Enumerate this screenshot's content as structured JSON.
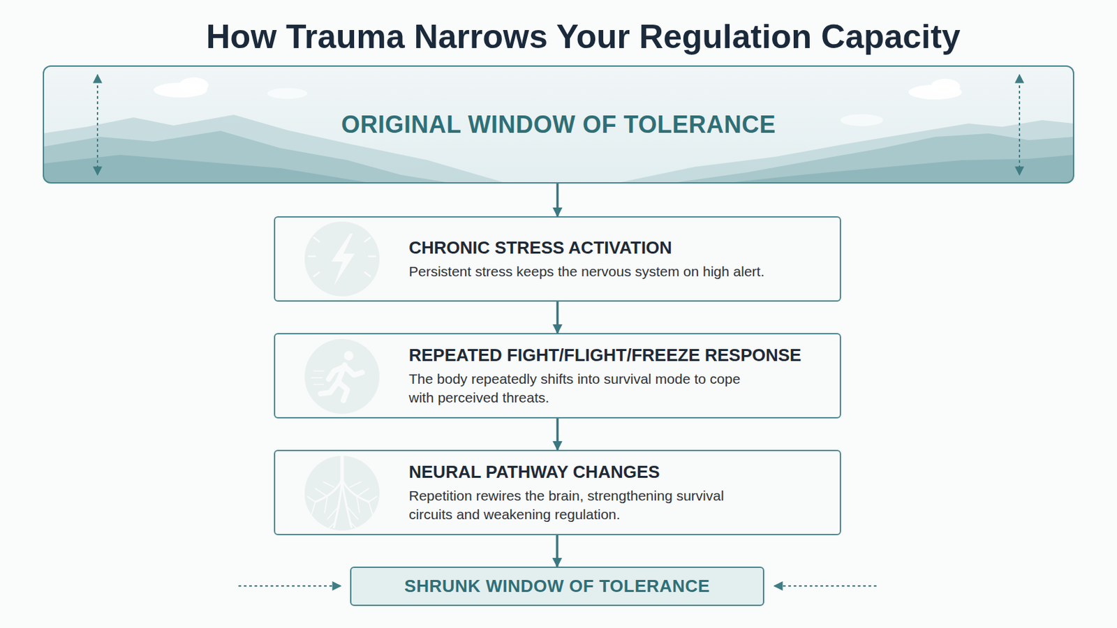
{
  "diagram": {
    "title": "How Trauma Narrows Your Regulation Capacity",
    "nodes": [
      {
        "text": [
          "ORIGINAL WINDOW OF TOLERANCE"
        ]
      },
      {
        "text": [
          "CHRONIC STRESS ACTIVATION",
          "Persistent stress keeps the nervous system on high alert."
        ]
      },
      {
        "text": [
          "REPEATED FIGHT/FLIGHT/FREEZE RESPONSE",
          "The body repeatedly shifts into survival mode to cope with perceived threats."
        ]
      },
      {
        "text": [
          "NEURAL PATHWAY CHANGES",
          "Repetition rewires the brain, strengthening survival circuits and weakening regulation."
        ]
      },
      {
        "text": [
          "SHRUNK WINDOW OF TOLERANCE"
        ]
      }
    ],
    "edges": [
      {
        "from": 0,
        "to": 1,
        "arrow": "to"
      },
      {
        "from": 1,
        "to": 2,
        "arrow": "to"
      },
      {
        "from": 2,
        "to": 3,
        "arrow": "to"
      },
      {
        "from": 3,
        "to": 4,
        "arrow": "to"
      }
    ]
  }
}
